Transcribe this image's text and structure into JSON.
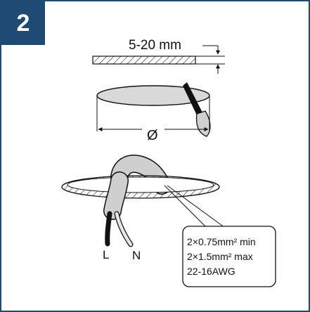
{
  "step_number": "2",
  "panel_thickness": "5-20 mm",
  "diameter_symbol": "Ø",
  "wire_labels": {
    "live": "L",
    "neutral": "N"
  },
  "cable_spec": [
    "2×0.75mm² min",
    "2×1.5mm² max",
    "22-16AWG"
  ],
  "colors": {
    "accent": "#1f4a73",
    "cable": "#c9c9c9",
    "line": "#111111"
  }
}
